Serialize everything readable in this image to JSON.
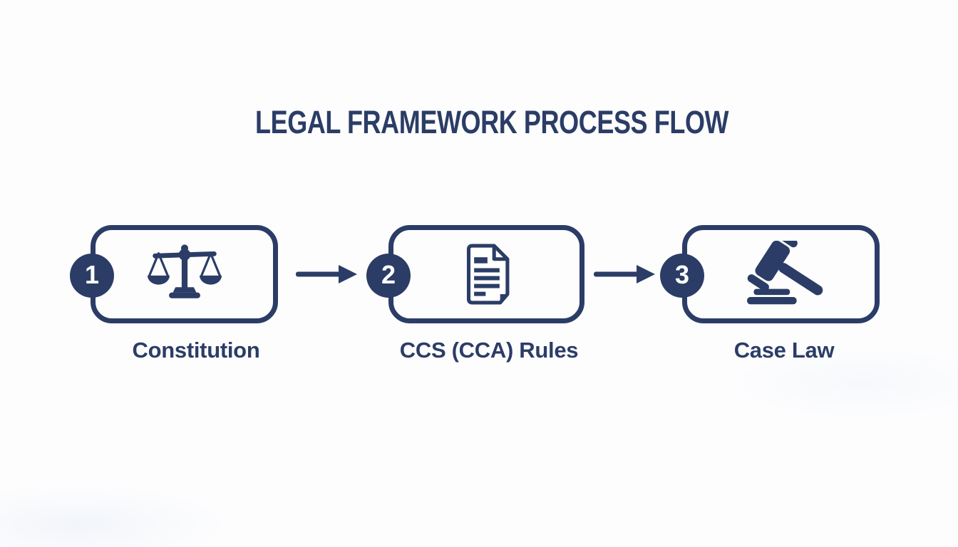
{
  "title": "LEGAL FRAMEWORK PROCESS FLOW",
  "colors": {
    "navy": "#2b3d66",
    "badge_text": "#ffffff",
    "background": "#fdfdfe",
    "paper_fill": "#ffffff"
  },
  "steps": [
    {
      "number": "1",
      "label": "Constitution",
      "icon": "scales-of-justice-icon"
    },
    {
      "number": "2",
      "label": "CCS (CCA) Rules",
      "icon": "document-icon"
    },
    {
      "number": "3",
      "label": "Case Law",
      "icon": "gavel-icon"
    }
  ],
  "connectors": [
    {
      "from": "1",
      "to": "2",
      "type": "arrow-right"
    },
    {
      "from": "2",
      "to": "3",
      "type": "arrow-right"
    }
  ]
}
